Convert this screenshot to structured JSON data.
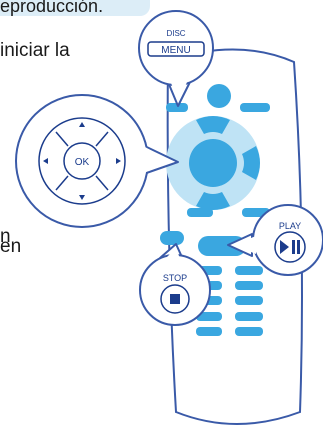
{
  "header_text": "eproducción.",
  "body_lines": [
    "iniciar la",
    "n",
    "en"
  ],
  "dpad_label": "OK",
  "disc_menu": {
    "top": "DISC",
    "bottom": "MENU"
  },
  "play": {
    "label": "PLAY",
    "icon": "play-pause-icon"
  },
  "stop": {
    "label": "STOP",
    "icon": "stop-icon"
  },
  "colors": {
    "remote_fill": "#ffffff",
    "outline": "#3a5aa8",
    "accent": "#3aa7e0",
    "accent_light": "#bfe3f5",
    "banner": "#dcedf7"
  }
}
